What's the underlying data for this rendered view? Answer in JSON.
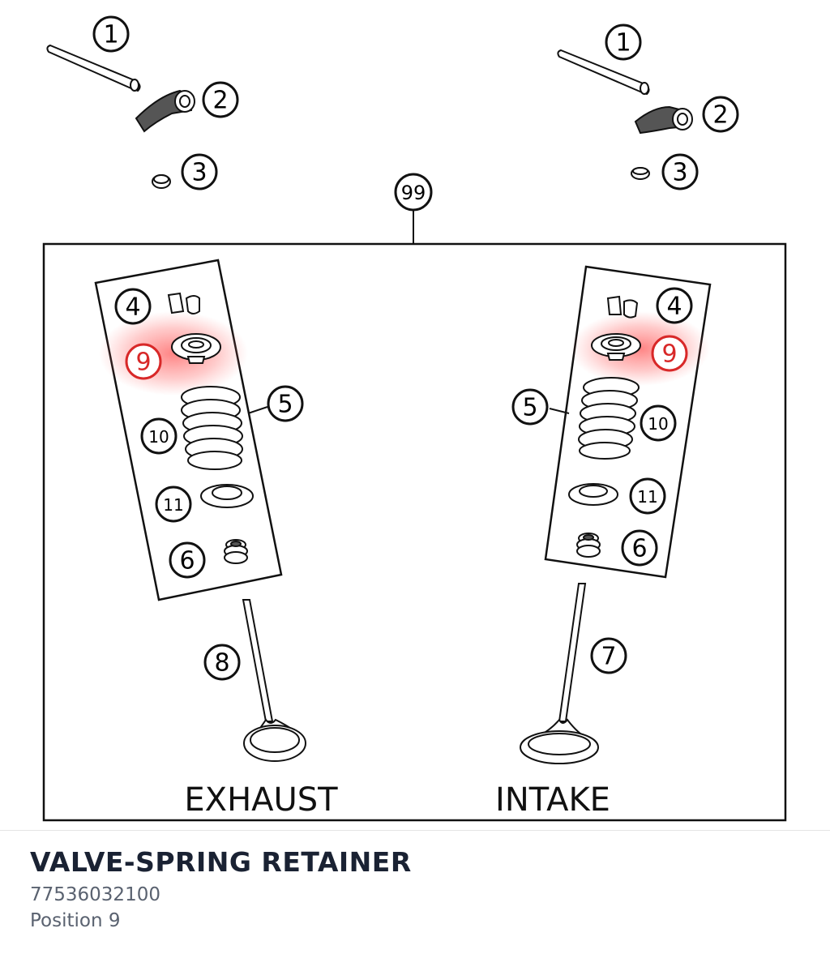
{
  "diagram": {
    "callouts_left_top": [
      "1",
      "2",
      "3"
    ],
    "callouts_right_top": [
      "1",
      "2",
      "3"
    ],
    "assembly_callout": "99",
    "exhaust_callouts": [
      "4",
      "9",
      "5",
      "10",
      "11",
      "6",
      "8"
    ],
    "intake_callouts": [
      "4",
      "9",
      "5",
      "10",
      "11",
      "6",
      "7"
    ],
    "exhaust_label": "EXHAUST",
    "intake_label": "INTAKE",
    "highlighted_position": "9",
    "highlight_color": "#d82828"
  },
  "part": {
    "title": "VALVE-SPRING RETAINER",
    "number": "77536032100",
    "position": "Position 9"
  }
}
